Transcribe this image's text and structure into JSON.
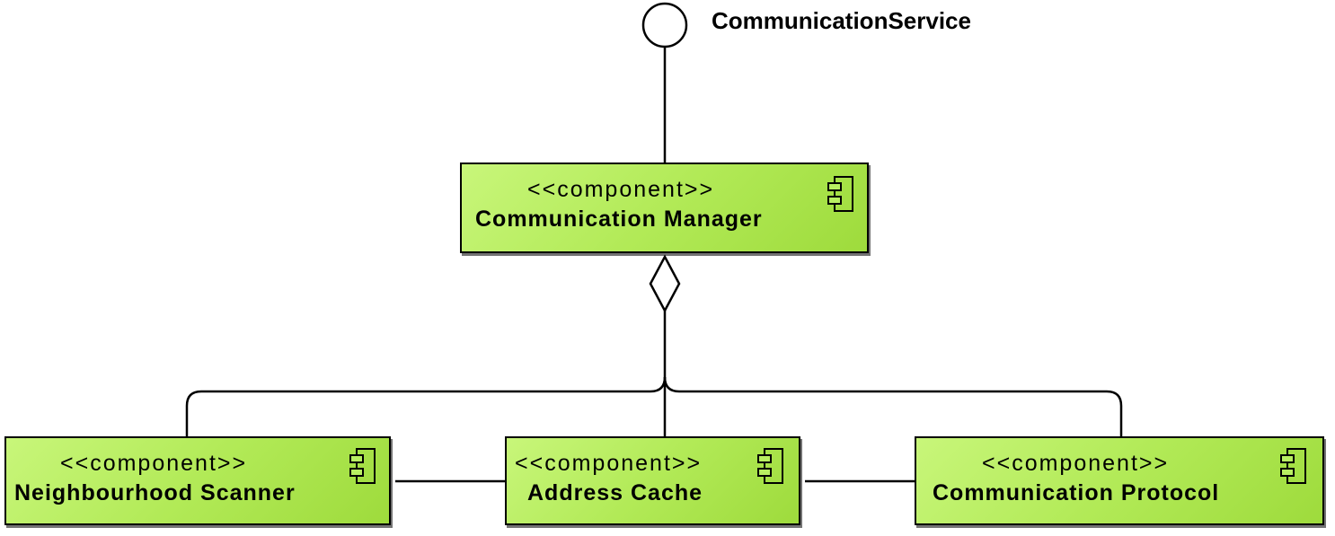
{
  "interface": {
    "label": "CommunicationService",
    "icon": "interface-lollipop-icon"
  },
  "components": {
    "manager": {
      "stereotype": "<<component>>",
      "name": "Communication Manager",
      "icon": "component-icon"
    },
    "scanner": {
      "stereotype": "<<component>>",
      "name": "Neighbourhood Scanner",
      "icon": "component-icon"
    },
    "cache": {
      "stereotype": "<<component>>",
      "name": "Address Cache",
      "icon": "component-icon"
    },
    "protocol": {
      "stereotype": "<<component>>",
      "name": "Communication Protocol",
      "icon": "component-icon"
    }
  },
  "colors": {
    "component_fill_light": "#c8f67a",
    "component_fill_dark": "#9edb3c",
    "line": "#000000"
  }
}
